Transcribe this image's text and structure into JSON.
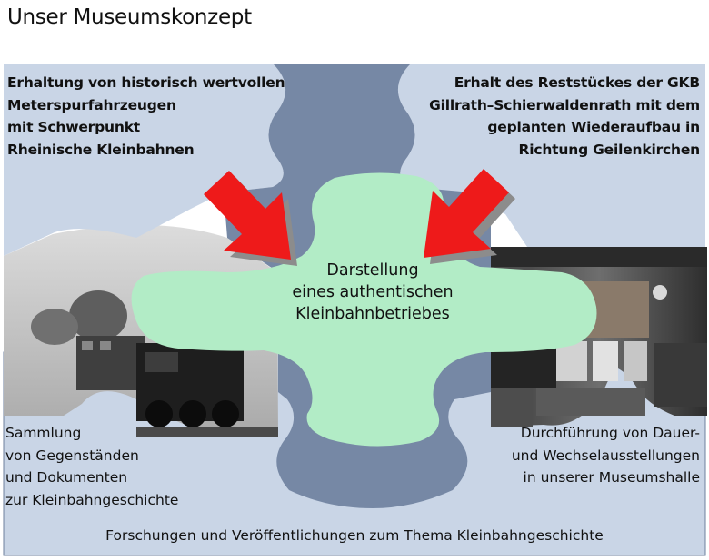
{
  "title": "Unser Museumskonzept",
  "colors": {
    "piece_light": "#c9d5e6",
    "piece_dark": "#7688a5",
    "center": "#b2ecc6",
    "arrow": "#ee1a1a",
    "arrow_shadow": "#8c8c8c"
  },
  "top_left": {
    "lines": [
      "Erhaltung von historisch wertvollen",
      "Meterspurfahrzeugen",
      "mit Schwerpunkt",
      "Rheinische Kleinbahnen"
    ]
  },
  "top_right": {
    "lines": [
      "Erhalt des Reststückes der GKB",
      "Gillrath–Schierwaldenrath mit dem",
      "geplanten Wiederaufbau in",
      "Richtung Geilenkirchen"
    ]
  },
  "center": {
    "lines": [
      "Darstellung",
      "eines authentischen",
      "Kleinbahnbetriebes"
    ]
  },
  "bottom_left": {
    "lines": [
      "Sammlung",
      "von Gegenständen",
      "und Dokumenten",
      "zur Kleinbahngeschichte"
    ]
  },
  "bottom_right": {
    "lines": [
      "Durchführung von Dauer-",
      "und Wechselausstellungen",
      "in unserer Museumshalle"
    ]
  },
  "footer": "Forschungen und Veröffentlichungen zum Thema Kleinbahngeschichte"
}
